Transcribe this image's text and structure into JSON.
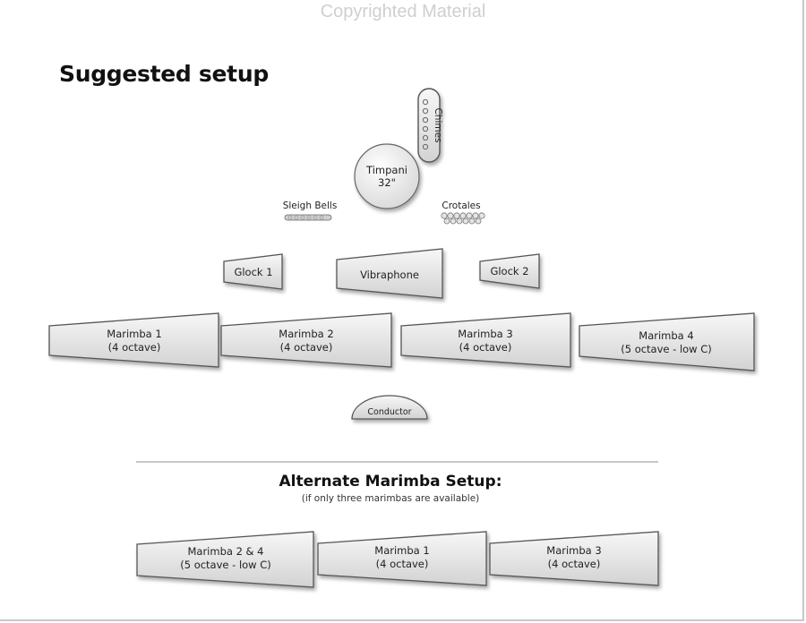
{
  "watermark": "Copyrighted Material",
  "heading": "Suggested setup",
  "colors": {
    "fill_light": "#f6f6f6",
    "fill_dark": "#cfcfcf",
    "stroke": "#555555",
    "text": "#222222"
  },
  "instruments": {
    "chimes": "Chimes",
    "timpani": {
      "line1": "Timpani",
      "line2": "32\""
    },
    "sleigh_bells": "Sleigh Bells",
    "crotales": "Crotales",
    "glock1": "Glock 1",
    "vibraphone": "Vibraphone",
    "glock2": "Glock 2",
    "marimba1": {
      "line1": "Marimba 1",
      "line2": "(4 octave)"
    },
    "marimba2": {
      "line1": "Marimba 2",
      "line2": "(4 octave)"
    },
    "marimba3": {
      "line1": "Marimba 3",
      "line2": "(4 octave)"
    },
    "marimba4": {
      "line1": "Marimba 4",
      "line2": "(5 octave - low C)"
    },
    "conductor": "Conductor"
  },
  "alternate": {
    "title": "Alternate Marimba Setup:",
    "subtitle": "(if only three marimbas are available)",
    "m24": {
      "line1": "Marimba 2 & 4",
      "line2": "(5 octave - low C)"
    },
    "m1": {
      "line1": "Marimba 1",
      "line2": "(4 octave)"
    },
    "m3": {
      "line1": "Marimba 3",
      "line2": "(4 octave)"
    }
  }
}
